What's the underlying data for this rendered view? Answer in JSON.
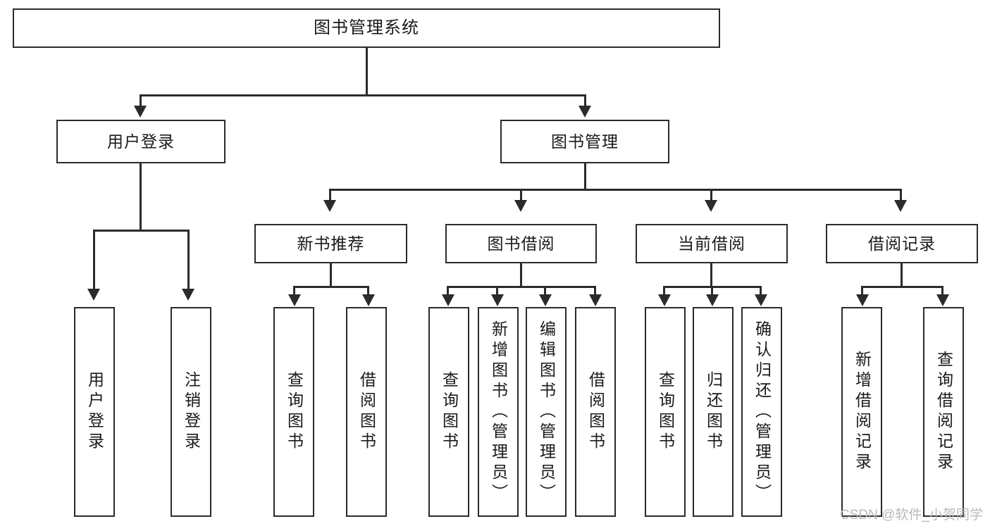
{
  "diagram": {
    "type": "tree-hierarchy-functional-decomposition",
    "title": "图书管理系统",
    "root": {
      "label": "图书管理系统"
    },
    "level2": [
      {
        "label": "用户登录"
      },
      {
        "label": "图书管理"
      }
    ],
    "level3": [
      {
        "label": "新书推荐"
      },
      {
        "label": "图书借阅"
      },
      {
        "label": "当前借阅"
      },
      {
        "label": "借阅记录"
      }
    ],
    "leaves": {
      "user_login": [
        {
          "label": "用户登录"
        },
        {
          "label": "注销登录"
        }
      ],
      "new_book_recommend": [
        {
          "label": "查询图书"
        },
        {
          "label": "借阅图书"
        }
      ],
      "book_borrow": [
        {
          "label": "查询图书"
        },
        {
          "label": "新增图书（管理员）"
        },
        {
          "label": "编辑图书（管理员）"
        },
        {
          "label": "借阅图书"
        }
      ],
      "current_borrow": [
        {
          "label": "查询图书"
        },
        {
          "label": "归还图书"
        },
        {
          "label": "确认归还（管理员）"
        }
      ],
      "borrow_record": [
        {
          "label": "新增借阅记录"
        },
        {
          "label": "查询借阅记录"
        }
      ]
    }
  },
  "watermark": {
    "text": "CSDN @软件_小贺同学"
  },
  "colors": {
    "stroke": "#2b2b2b",
    "background": "#ffffff",
    "text": "#1a1a1a",
    "watermark": "#b9b9b9"
  }
}
